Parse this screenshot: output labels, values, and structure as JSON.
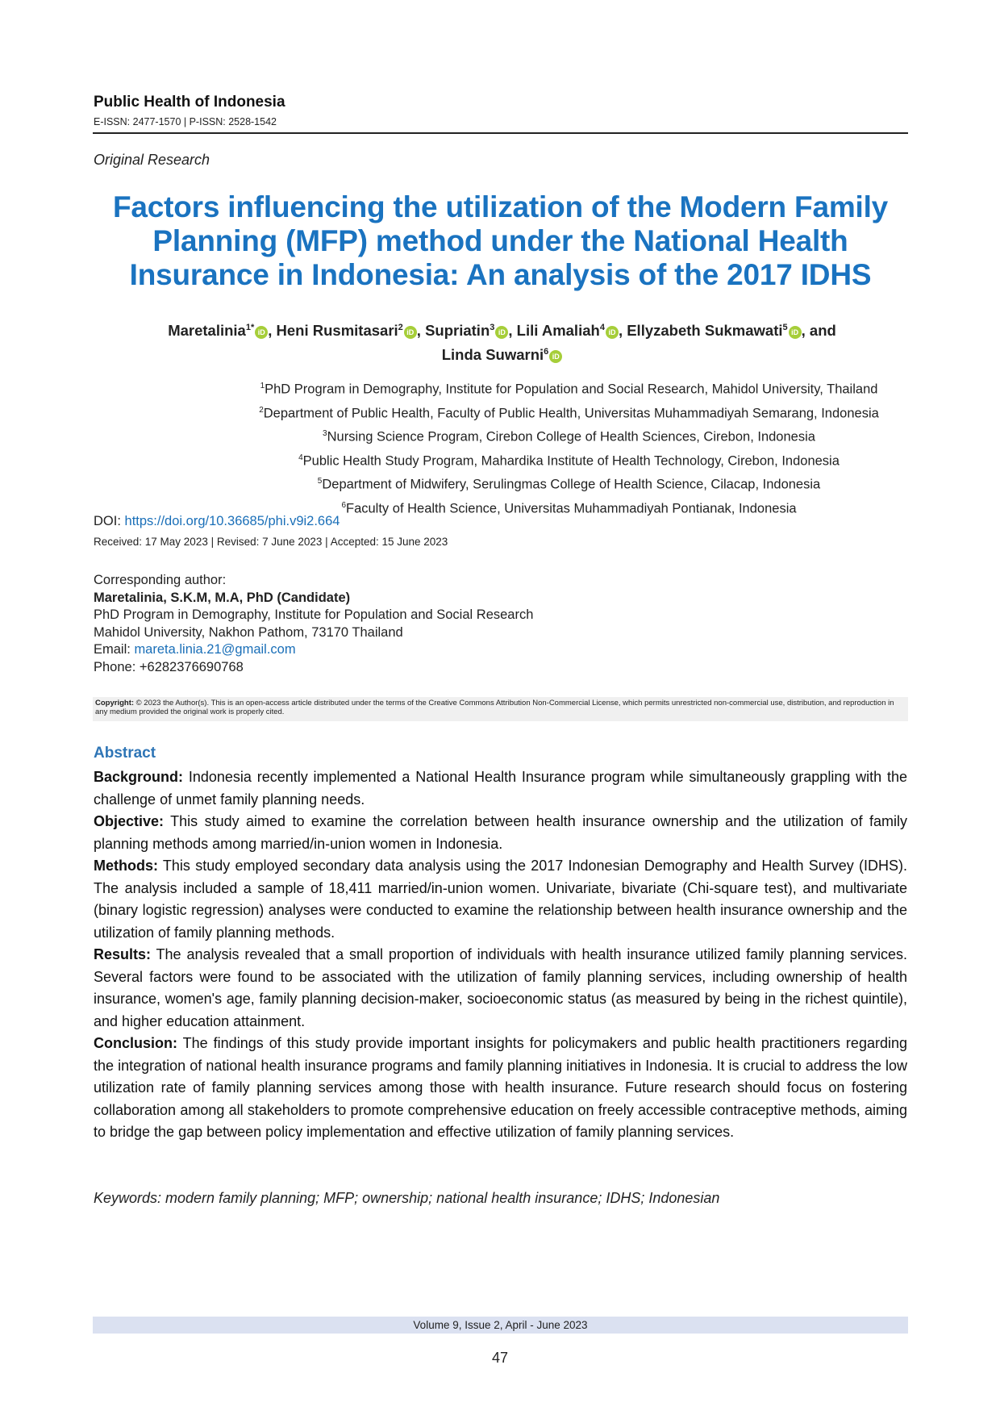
{
  "header": {
    "journal": "Public Health of Indonesia",
    "issn": "E-ISSN: 2477-1570 | P-ISSN: 2528-1542"
  },
  "article_type": "Original Research",
  "title": {
    "line1": "Factors influencing the utilization of the Modern Family",
    "line2": "Planning (MFP) method under the National Health",
    "line3": "Insurance in Indonesia: An analysis of the 2017 IDHS"
  },
  "authors": [
    {
      "name": "Maretalinia",
      "sup": "1*",
      "sep": ", "
    },
    {
      "name": "Heni Rusmitasari",
      "sup": "2",
      "sep": ", "
    },
    {
      "name": "Supriatin",
      "sup": "3",
      "sep": ", "
    },
    {
      "name": "Lili Amaliah",
      "sup": "4",
      "sep": ", "
    },
    {
      "name": "Ellyzabeth Sukmawati",
      "sup": "5",
      "sep": ", and"
    },
    {
      "name": "Linda Suwarni",
      "sup": "6",
      "sep": ""
    }
  ],
  "orcid_label": "iD",
  "affiliations": [
    {
      "num": "1",
      "text": "PhD Program in Demography, Institute for Population and Social Research, Mahidol University, Thailand"
    },
    {
      "num": "2",
      "text": "Department of Public Health, Faculty of Public Health, Universitas Muhammadiyah Semarang, Indonesia"
    },
    {
      "num": "3",
      "text": "Nursing Science Program, Cirebon College of Health Sciences, Cirebon, Indonesia"
    },
    {
      "num": "4",
      "text": "Public Health Study Program, Mahardika Institute of Health Technology, Cirebon, Indonesia"
    },
    {
      "num": "5",
      "text": "Department of Midwifery, Serulingmas College of Health Science, Cilacap, Indonesia"
    },
    {
      "num": "6",
      "text": "Faculty of Health Science, Universitas Muhammadiyah Pontianak, Indonesia"
    }
  ],
  "doi": {
    "label": "DOI: ",
    "link": "https://doi.org/10.36685/phi.v9i2.664"
  },
  "dates": "Received: 17 May 2023 | Revised: 7 June 2023 | Accepted: 15 June 2023",
  "corresponding": {
    "label": "Corresponding author:",
    "name": "Maretalinia, S.K.M, M.A, PhD (Candidate)",
    "address1": "PhD Program in Demography, Institute for Population and Social Research",
    "address2": "Mahidol University, Nakhon Pathom, 73170 Thailand",
    "email_label": "Email: ",
    "email": "mareta.linia.21@gmail.com",
    "phone": "Phone: +6282376690768"
  },
  "copyright": {
    "label": "Copyright:",
    "text": " © 2023 the Author(s). This is an open-access article distributed under the terms of the Creative Commons Attribution Non-Commercial License, which permits unrestricted non-commercial use, distribution, and reproduction in any medium provided the original work is properly cited."
  },
  "abstract": {
    "heading": "Abstract",
    "sections": [
      {
        "label": "Background:",
        "text": " Indonesia recently implemented a National Health Insurance program while simultaneously grappling with the challenge of unmet family planning needs."
      },
      {
        "label": "Objective:",
        "text": " This study aimed to examine the correlation between health insurance ownership and the utilization of family planning methods among married/in-union women in Indonesia."
      },
      {
        "label": "Methods:",
        "text": " This study employed secondary data analysis using the 2017 Indonesian Demography and Health Survey (IDHS). The analysis included a sample of 18,411 married/in-union women. Univariate, bivariate (Chi-square test), and multivariate (binary logistic regression) analyses were conducted to examine the relationship between health insurance ownership and the utilization of family planning methods."
      },
      {
        "label": "Results:",
        "text": " The analysis revealed that a small proportion of individuals with health insurance utilized family planning services. Several factors were found to be associated with the utilization of family planning services, including ownership of health insurance, women's age, family planning decision-maker, socioeconomic status (as measured by being in the richest quintile), and higher education attainment."
      },
      {
        "label": "Conclusion:",
        "text": " The findings of this study provide important insights for policymakers and public health practitioners regarding the integration of national health insurance programs and family planning initiatives in Indonesia. It is crucial to address the low utilization rate of family planning services among those with health insurance. Future research should focus on fostering collaboration among all stakeholders to promote comprehensive education on freely accessible contraceptive methods, aiming to bridge the gap between policy implementation and effective utilization of family planning services."
      }
    ]
  },
  "keywords": "Keywords: modern family planning; MFP; ownership; national health insurance; IDHS; Indonesian",
  "footer": {
    "volume": "Volume 9, Issue 2, April - June 2023",
    "page": "47"
  },
  "colors": {
    "title_blue": "#1a73c0",
    "link_blue": "#1a6fb8",
    "abstract_heading": "#2e75b6",
    "orcid_green": "#a6ce39",
    "footer_bar": "#dbe1f1",
    "copyright_bg": "#f0f0f0"
  }
}
